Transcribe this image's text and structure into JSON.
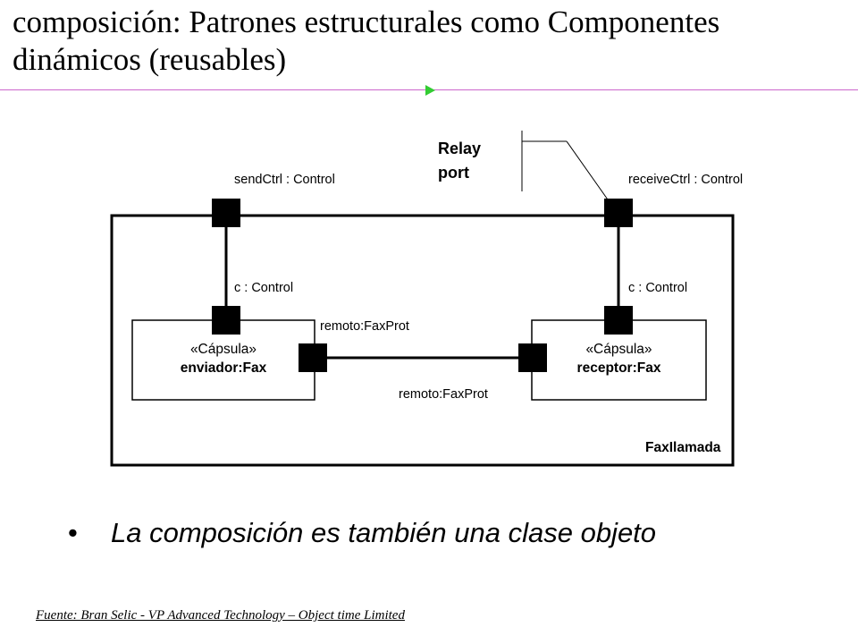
{
  "title": "composición: Patrones estructurales como Componentes dinámicos (reusables)",
  "diagram": {
    "relay_label_line1": "Relay",
    "relay_label_line2": "port",
    "send_port_label": "sendCtrl : Control",
    "receive_port_label": "receiveCtrl : Control",
    "left_inner_port_label": "c : Control",
    "right_inner_port_label": "c : Control",
    "remote_port_label_top": "remoto:FaxProt",
    "remote_port_label_bottom": "remoto:FaxProt",
    "left_capsule": {
      "stereotype": "«Cápsula»",
      "name": "enviador:Fax"
    },
    "right_capsule": {
      "stereotype": "«Cápsula»",
      "name": "receptor:Fax"
    },
    "container_name": "FaxIlamada"
  },
  "bullet": {
    "symbol": "•",
    "text": "La composición es también una clase objeto"
  },
  "footer": "Fuente: Bran Selic - VP Advanced Technology – Object time Limited",
  "colors": {
    "rule": "#cc66cc",
    "marker": "#33cc33"
  }
}
